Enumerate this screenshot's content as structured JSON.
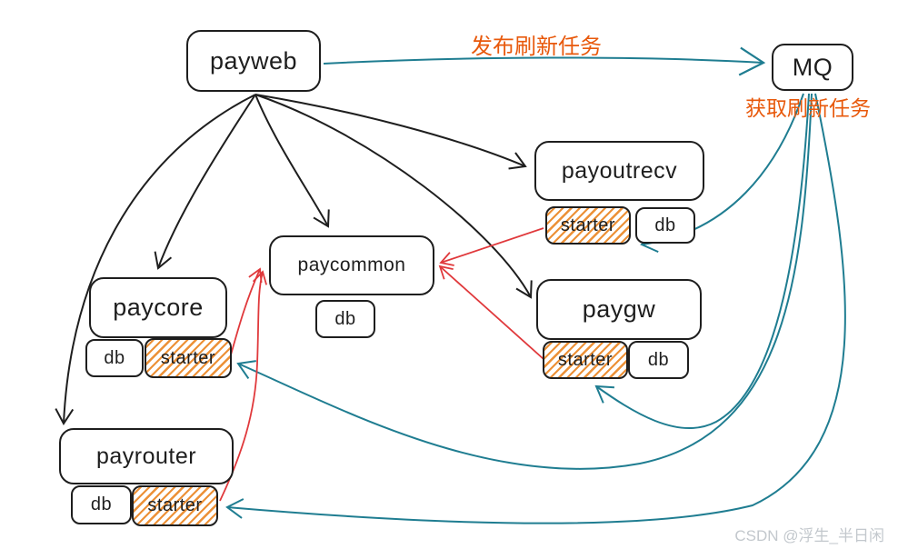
{
  "diagram": {
    "nodes": {
      "payweb": "payweb",
      "mq": "MQ",
      "payoutrecv": "payoutrecv",
      "paycommon": "paycommon",
      "paycore": "paycore",
      "paygw": "paygw",
      "payrouter": "payrouter"
    },
    "sub": {
      "db": "db",
      "starter": "starter"
    },
    "edge_labels": {
      "publish": "发布刷新任务",
      "fetch": "获取刷新任务"
    },
    "edges": [
      {
        "from": "payweb",
        "to": "MQ",
        "color": "teal",
        "label": "发布刷新任务"
      },
      {
        "from": "MQ",
        "to": "payoutrecv.starter",
        "color": "teal",
        "label": "获取刷新任务"
      },
      {
        "from": "MQ",
        "to": "paygw.starter",
        "color": "teal"
      },
      {
        "from": "MQ",
        "to": "paycore.starter",
        "color": "teal"
      },
      {
        "from": "MQ",
        "to": "payrouter.starter",
        "color": "teal"
      },
      {
        "from": "payweb",
        "to": "payrouter",
        "color": "black"
      },
      {
        "from": "payweb",
        "to": "paycore",
        "color": "black"
      },
      {
        "from": "payweb",
        "to": "paycommon",
        "color": "black"
      },
      {
        "from": "payweb",
        "to": "payoutrecv",
        "color": "black"
      },
      {
        "from": "payweb",
        "to": "paygw",
        "color": "black"
      },
      {
        "from": "payoutrecv.starter",
        "to": "paycommon",
        "color": "red"
      },
      {
        "from": "paygw.starter",
        "to": "paycommon",
        "color": "red"
      },
      {
        "from": "paycore.starter",
        "to": "paycommon",
        "color": "red"
      },
      {
        "from": "payrouter.starter",
        "to": "paycommon",
        "color": "red"
      }
    ],
    "colors": {
      "node_stroke": "#1e1e1e",
      "mq_flow": "#1f7d91",
      "starter_to_common": "#e0393c",
      "label_orange": "#e8590c",
      "starter_hatch": "#ec9036"
    }
  },
  "watermark": "CSDN @浮生_半日闲"
}
